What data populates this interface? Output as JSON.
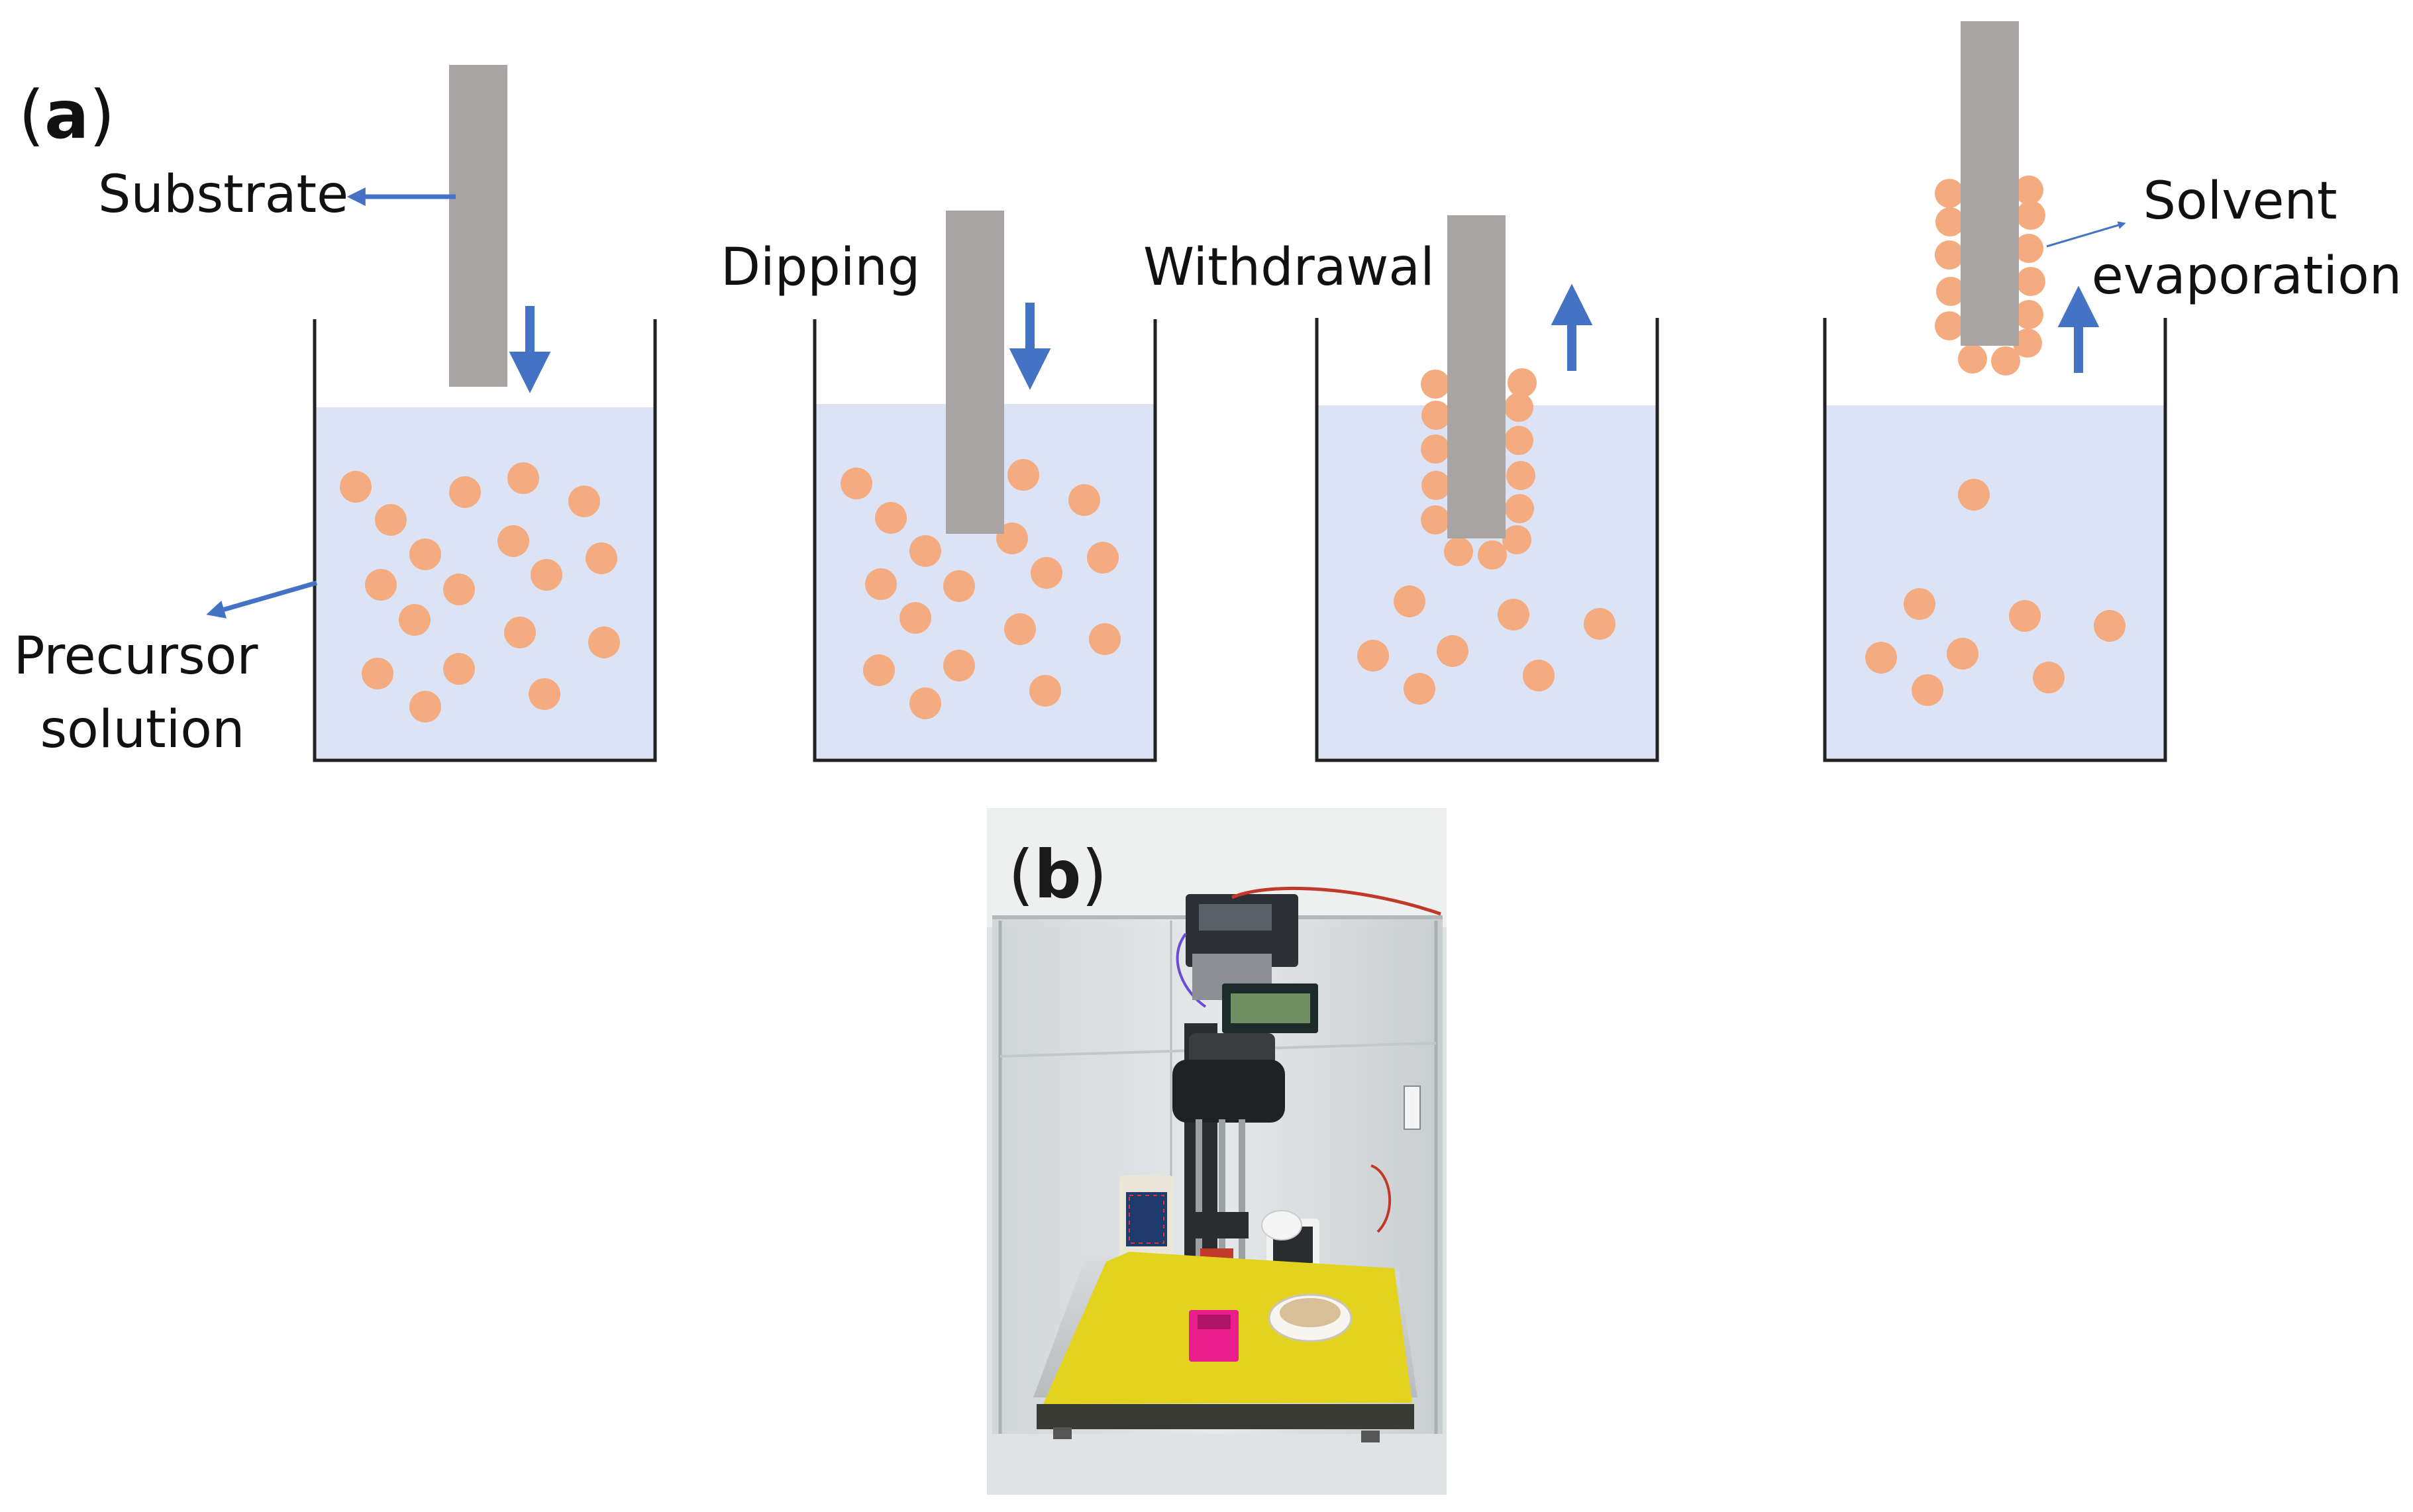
{
  "panels": {
    "a": {
      "label_open": "(",
      "label_letter": "a",
      "label_close": ")",
      "labels": {
        "substrate": "Substrate",
        "precursor_line1": "Precursor",
        "precursor_line2": "solution",
        "dipping": "Dipping",
        "withdrawal": "Withdrawal",
        "solvent_line1": "Solvent",
        "solvent_line2": "evaporation"
      }
    },
    "b": {
      "label_open": "(",
      "label_letter": "b",
      "label_close": ")",
      "photo_kind": "dip-coating-apparatus-photo"
    }
  },
  "colors": {
    "solution": "#dbe3f4",
    "particle": "#f4ab80",
    "substrate": "#a8a4a4",
    "arrow": "#4472c4",
    "beaker": "#222222"
  }
}
